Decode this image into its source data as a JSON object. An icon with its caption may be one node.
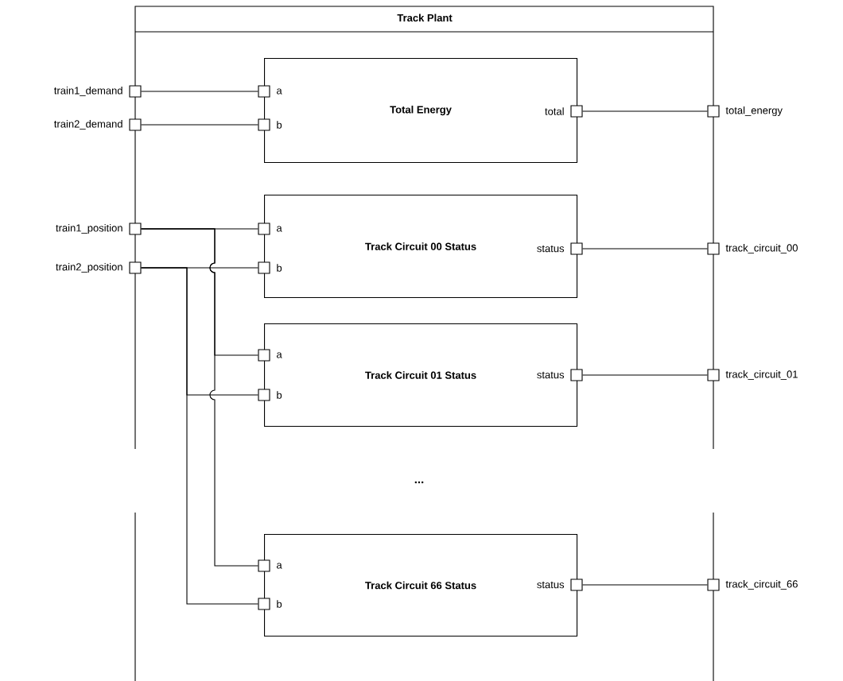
{
  "diagram": {
    "nodes": [
      {
        "text": [
          "Track Plant"
        ]
      },
      {
        "text": [
          "Total Energy"
        ],
        "in": 0
      },
      {
        "text": [
          "a"
        ],
        "in": 0
      },
      {
        "text": [
          "b"
        ],
        "in": 0
      },
      {
        "text": [
          "total"
        ],
        "in": 0
      },
      {
        "text": [
          "Track Circuit 00 Status"
        ],
        "in": 0
      },
      {
        "text": [
          "a"
        ],
        "in": 0
      },
      {
        "text": [
          "b"
        ],
        "in": 0
      },
      {
        "text": [
          "status"
        ],
        "in": 0
      },
      {
        "text": [
          "Track Circuit 01 Status"
        ],
        "in": 0
      },
      {
        "text": [
          "a"
        ],
        "in": 0
      },
      {
        "text": [
          "b"
        ],
        "in": 0
      },
      {
        "text": [
          "status"
        ],
        "in": 0
      },
      {
        "text": [
          "Track Circuit 66 Status"
        ],
        "in": 0
      },
      {
        "text": [
          "a"
        ],
        "in": 0
      },
      {
        "text": [
          "b"
        ],
        "in": 0
      },
      {
        "text": [
          "status"
        ],
        "in": 0
      },
      {
        "text": [
          "train1_demand"
        ]
      },
      {
        "text": [
          "train2_demand"
        ]
      },
      {
        "text": [
          "train1_position"
        ]
      },
      {
        "text": [
          "train2_position"
        ]
      },
      {
        "text": [
          "total_energy"
        ]
      },
      {
        "text": [
          "track_circuit_00"
        ]
      },
      {
        "text": [
          "track_circuit_01"
        ]
      },
      {
        "text": [
          "track_circuit_66"
        ]
      }
    ],
    "edges": [
      {
        "from": 17,
        "to": 2,
        "arrow": "none"
      },
      {
        "from": 18,
        "to": 3,
        "arrow": "none"
      },
      {
        "from": 4,
        "to": 21,
        "arrow": "none"
      },
      {
        "from": 19,
        "to": 6,
        "arrow": "none"
      },
      {
        "from": 20,
        "to": 7,
        "arrow": "none"
      },
      {
        "from": 8,
        "to": 22,
        "arrow": "none"
      },
      {
        "from": 19,
        "to": 10,
        "arrow": "none"
      },
      {
        "from": 20,
        "to": 11,
        "arrow": "none"
      },
      {
        "from": 12,
        "to": 23,
        "arrow": "none"
      },
      {
        "from": 19,
        "to": 14,
        "arrow": "none"
      },
      {
        "from": 20,
        "to": 15,
        "arrow": "none"
      },
      {
        "from": 16,
        "to": 24,
        "arrow": "none"
      }
    ],
    "labels": [
      "..."
    ]
  }
}
